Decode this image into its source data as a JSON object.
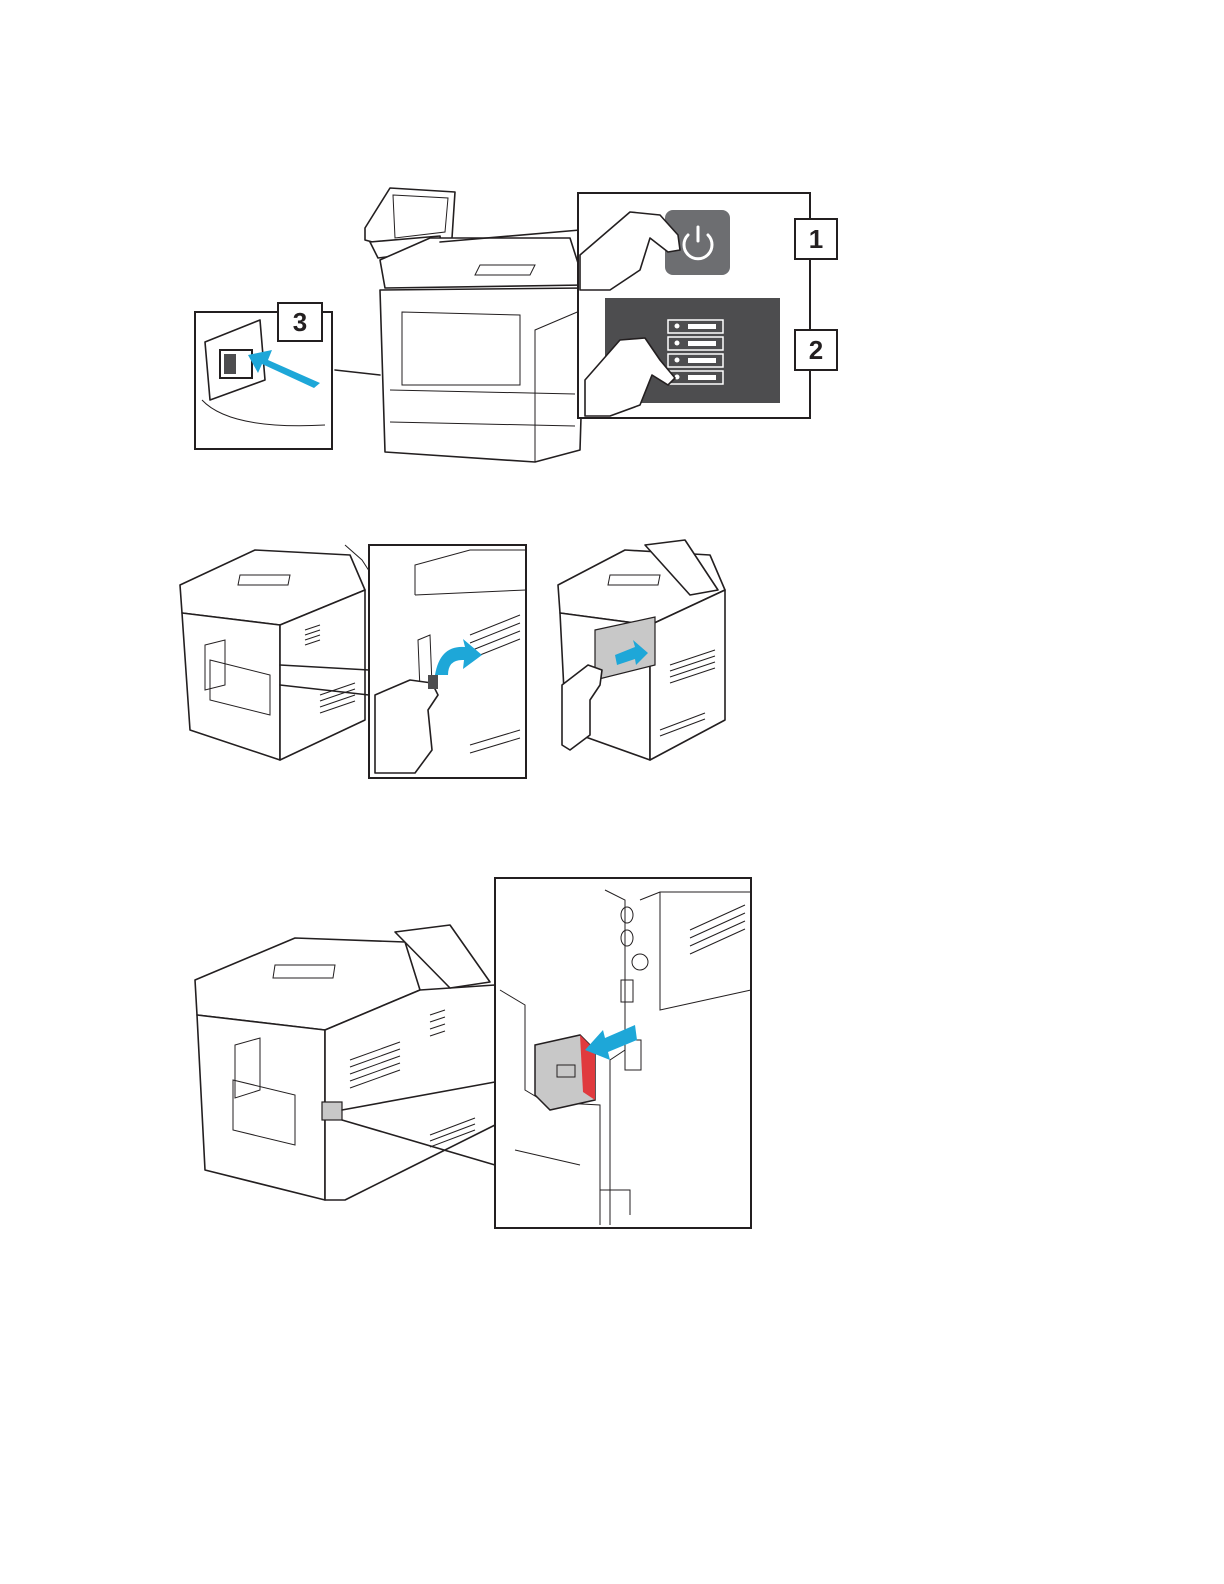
{
  "figures": [
    {
      "callouts": [
        {
          "label": "1"
        },
        {
          "label": "2"
        },
        {
          "label": "3"
        }
      ],
      "icons": [
        "power-icon",
        "hand-icon",
        "power-switch-icon",
        "arrow-icon"
      ]
    },
    {
      "icons": [
        "hand-icon",
        "arrow-icon"
      ]
    },
    {
      "icons": [
        "arrow-icon",
        "module-icon"
      ]
    }
  ],
  "colors": {
    "accent_arrow": "#1ea7d8",
    "button_gray": "#6d6e71",
    "screen_dark": "#4d4d4f",
    "line": "#231f20",
    "panel_gray": "#c8c8c8",
    "module_red": "#e03a3e"
  }
}
